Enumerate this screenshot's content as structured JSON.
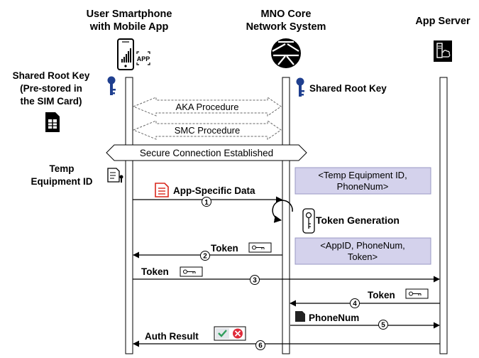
{
  "participants": {
    "smartphone": {
      "line1": "User Smartphone",
      "line2": "with Mobile App"
    },
    "mno": {
      "line1": "MNO Core",
      "line2": "Network System"
    },
    "server": {
      "label": "App Server"
    }
  },
  "app_badge": "APP",
  "left_notes": {
    "shared_root_key": [
      "Shared Root Key",
      "(Pre-stored in",
      "the SIM Card)"
    ],
    "temp_equipment": [
      "Temp",
      "Equipment ID"
    ]
  },
  "mno_shared_root_key": "Shared Root Key",
  "procedures": {
    "aka": "AKA Procedure",
    "smc": "SMC Procedure",
    "secure_connection": "Secure Connection Established"
  },
  "boxes": {
    "temp_equipment": [
      "<Temp Equipment ID,",
      "PhoneNum>"
    ],
    "appid": [
      "<AppID, PhoneNum,",
      "Token>"
    ]
  },
  "messages": {
    "m1": {
      "label": "App-Specific Data",
      "step": "①"
    },
    "token_generation": "Token Generation",
    "m2": {
      "label": "Token",
      "step": "②"
    },
    "m3": {
      "label": "Token",
      "step": "③"
    },
    "m4": {
      "label": "Token",
      "step": "④"
    },
    "m5": {
      "label": "PhoneNum",
      "step": "⑤"
    },
    "m6": {
      "label": "Auth Result",
      "step": "⑥"
    }
  },
  "colors": {
    "lifeline_fill": "#ffffff",
    "box_fill": "#d4d2ec",
    "box_stroke": "#9a98c4",
    "key_blue": "#1f3f8f",
    "doc_red": "#d9261c",
    "check_green": "#2f9e5b",
    "cross_red": "#e02b3a"
  }
}
